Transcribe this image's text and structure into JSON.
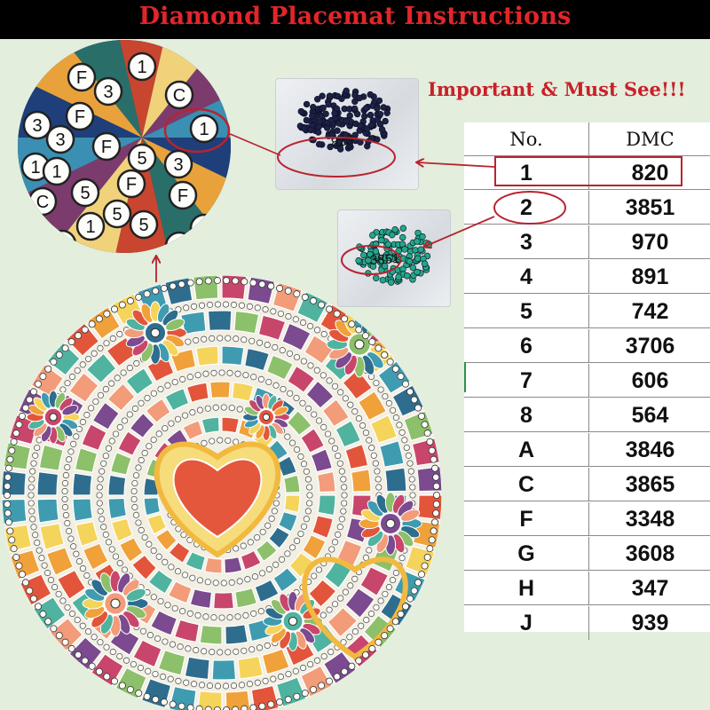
{
  "header": {
    "title": "Diamond Placemat Instructions"
  },
  "notice": {
    "text": "Important & Must See!!!"
  },
  "table": {
    "headers": [
      "No.",
      "DMC"
    ],
    "rows": [
      {
        "no": "1",
        "dmc": "820"
      },
      {
        "no": "2",
        "dmc": "3851"
      },
      {
        "no": "3",
        "dmc": "970"
      },
      {
        "no": "4",
        "dmc": "891"
      },
      {
        "no": "5",
        "dmc": "742"
      },
      {
        "no": "6",
        "dmc": "3706"
      },
      {
        "no": "7",
        "dmc": "606"
      },
      {
        "no": "8",
        "dmc": "564"
      },
      {
        "no": "A",
        "dmc": "3846"
      },
      {
        "no": "C",
        "dmc": "3865"
      },
      {
        "no": "F",
        "dmc": "3348"
      },
      {
        "no": "G",
        "dmc": "3608"
      },
      {
        "no": "H",
        "dmc": "347"
      },
      {
        "no": "J",
        "dmc": "939"
      }
    ]
  },
  "packets": [
    {
      "label": "820",
      "bead_color": "#1c2147"
    },
    {
      "label": "3851",
      "bead_color": "#23a78a"
    }
  ],
  "zoom_symbols": [
    "1",
    "F",
    "3",
    "C",
    "3",
    "F",
    "1",
    "3",
    "F",
    "5",
    "1",
    "3",
    "1",
    "C",
    "5",
    "F",
    "F",
    "5",
    "5",
    "1",
    "5",
    "1",
    "3"
  ],
  "colors": {
    "highlight_red": "#b8232f",
    "title_red": "#e1262a",
    "background": "#e3eedc"
  }
}
